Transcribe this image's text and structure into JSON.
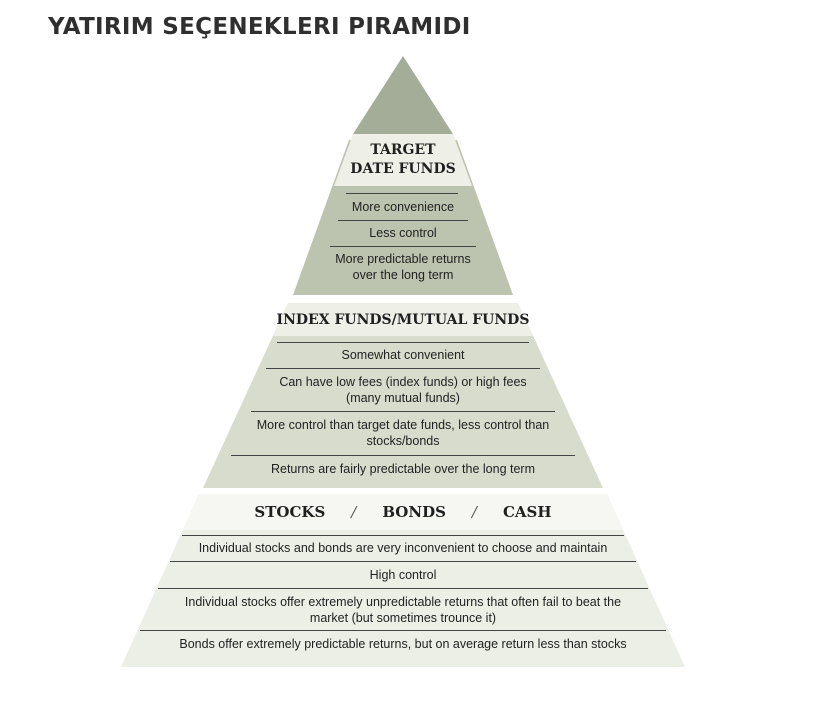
{
  "title": "YATIRIM SEÇENEKLERI PIRAMIDI",
  "colors": {
    "top_triangle": "#a4ad97",
    "tier1": "#bcc3af",
    "tier2": "#d8dccd",
    "tier3": "#ecefe6",
    "band": "#ffffff"
  },
  "tiers": [
    {
      "heading_lines": [
        "TARGET",
        "DATE FUNDS"
      ],
      "rows": [
        [
          "More convenience"
        ],
        [
          "Less control"
        ],
        [
          "More predictable returns",
          "over the long term"
        ]
      ]
    },
    {
      "heading": "INDEX FUNDS/MUTUAL FUNDS",
      "rows": [
        [
          "Somewhat convenient"
        ],
        [
          "Can have low fees (index funds) or high fees",
          "(many mutual funds)"
        ],
        [
          "More control than target date funds, less control than",
          "stocks/bonds"
        ],
        [
          "Returns are fairly predictable over the long term"
        ]
      ]
    },
    {
      "heading_parts": [
        "STOCKS",
        "/",
        "BONDS",
        "/",
        "CASH"
      ],
      "rows": [
        [
          "Individual stocks and bonds are very inconvenient to choose and maintain"
        ],
        [
          "High control"
        ],
        [
          "Individual stocks offer extremely unpredictable returns that often fail to beat the",
          "market (but sometimes trounce it)"
        ],
        [
          "Bonds offer extremely predictable returns, but on average return less than stocks"
        ]
      ]
    }
  ]
}
